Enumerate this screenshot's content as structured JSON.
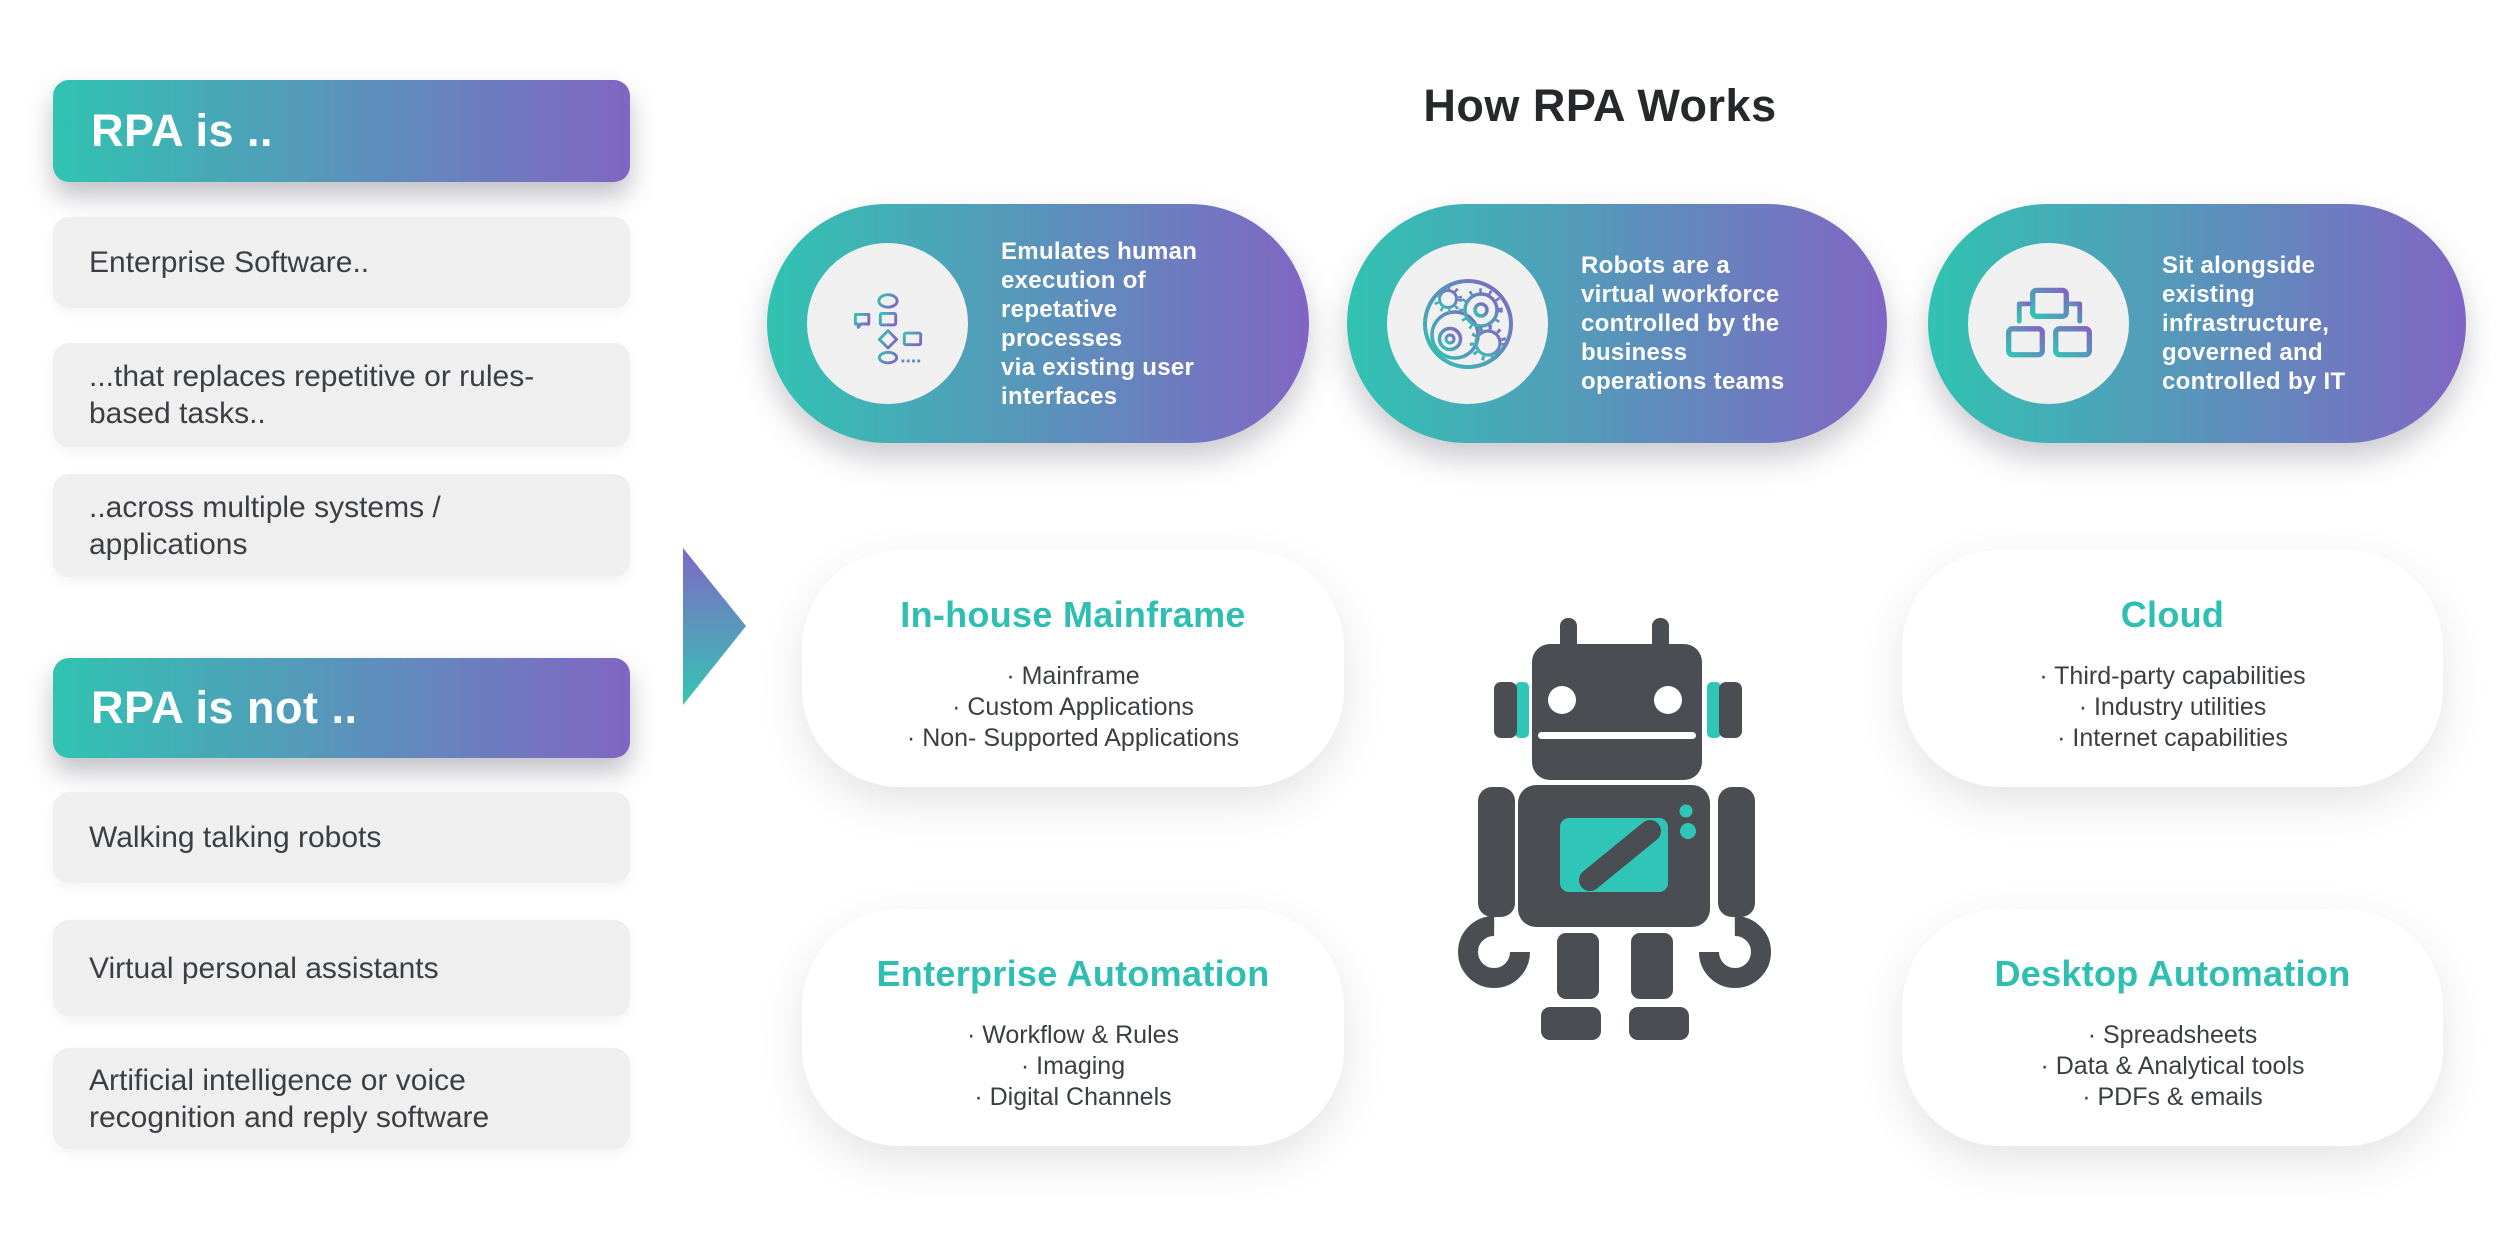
{
  "page": {
    "background": "#ffffff"
  },
  "header": {
    "title": "How RPA Works"
  },
  "left_panel": {
    "is_header": "RPA is ..",
    "is_items": [
      "Enterprise Software..",
      "...that replaces repetitive or rules-based tasks..",
      "..across multiple systems / applications"
    ],
    "not_header": "RPA is not ..",
    "not_items": [
      "Walking talking robots",
      "Virtual personal assistants",
      "Artificial intelligence or voice recognition and reply software"
    ]
  },
  "arrow": {
    "icon": "right-arrow-icon",
    "gradient_top": "#7e68c6",
    "gradient_bottom": "#35c6b2"
  },
  "pills": [
    {
      "icon": "flowchart-board-icon",
      "text": "Emulates human\nexecution of\nrepetative\nprocesses\nvia existing user\ninterfaces"
    },
    {
      "icon": "gears-wheel-icon",
      "text": "Robots are a\nvirtual workforce\ncontrolled by the\nbusiness\noperations teams"
    },
    {
      "icon": "networked-computers-icon",
      "text": "Sit alongside\nexisting\ninfrastructure,\ngoverned and\ncontrolled by IT"
    }
  ],
  "cards": [
    {
      "title": "In-house Mainframe",
      "items": [
        "· Mainframe",
        "· Custom Applications",
        "· Non- Supported Applications"
      ]
    },
    {
      "title": "Cloud",
      "items": [
        "· Third-party capabilities",
        "· Industry utilities",
        "· Internet capabilities"
      ]
    },
    {
      "title": "Enterprise Automation",
      "items": [
        "· Workflow & Rules",
        "· Imaging",
        "· Digital Channels"
      ]
    },
    {
      "title": "Desktop Automation",
      "items": [
        "· Spreadsheets",
        "· Data & Analytical tools",
        "· PDFs & emails"
      ]
    }
  ],
  "robot": {
    "icon": "robot-illustration",
    "body_color": "#4a4e53",
    "accent_color": "#2fc6b8"
  },
  "colors": {
    "teal": "#31c3b1",
    "purple": "#8165c4",
    "card_title_teal": "#2fbfb2",
    "box_gray": "#efefef",
    "body_text": "#3b3e42",
    "title_dark": "#26282b",
    "icon_circle_bg": "#f0f0f1"
  }
}
